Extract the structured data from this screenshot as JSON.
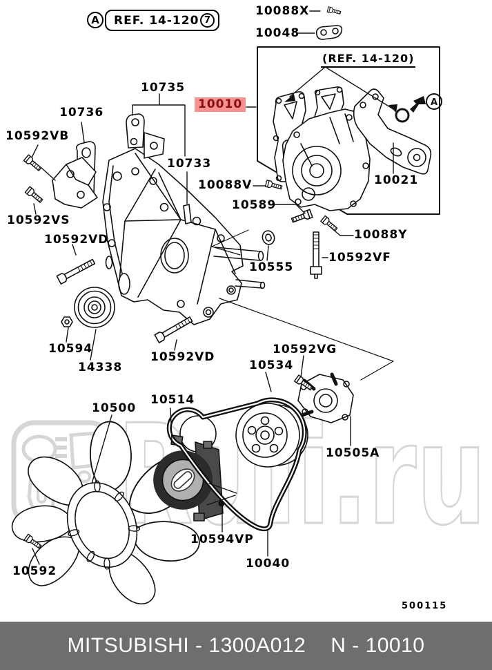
{
  "header": {
    "callout_a": "A",
    "ref": "REF. 14-120",
    "callout_7": "7"
  },
  "box_ref": "(REF. 14-120)",
  "box_callout_a": "A",
  "highlight_label": "10010",
  "labels": [
    "10088X",
    "10048",
    "10735",
    "10736",
    "10592VB",
    "10733",
    "10088V",
    "10589",
    "10021",
    "10592VS",
    "10088Y",
    "10592VD",
    "10555",
    "10592VF",
    "10594",
    "14338",
    "10592VD",
    "10534",
    "10592VG",
    "10505A",
    "10500",
    "10514",
    "10594VP",
    "10040",
    "10592"
  ],
  "drawing_number": "500115",
  "watermark": "Ruli.ru",
  "footer": {
    "left": "MITSUBISHI - 1300A012",
    "right": "N - 10010"
  },
  "colors": {
    "highlight_bg": "#f59193",
    "highlight_text": "#8a1010",
    "footer_bg": "#6e6e6e",
    "watermark": "#d6d6d6",
    "line": "#111111"
  }
}
